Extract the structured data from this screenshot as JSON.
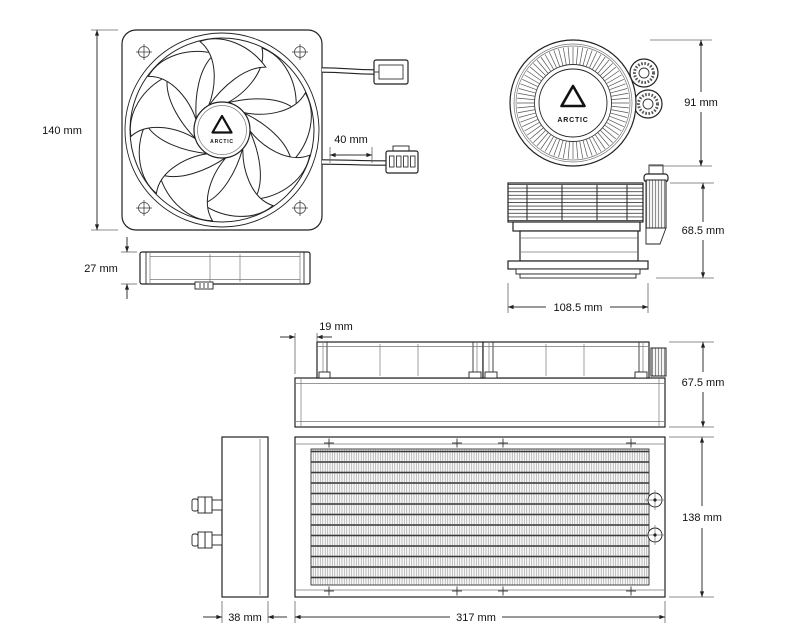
{
  "brand": "ARCTIC",
  "views": {
    "fan_front": {
      "height_label": "140 mm",
      "cable_label": "40 mm"
    },
    "pump_top": {
      "diameter_label": "91 mm"
    },
    "fan_side": {
      "thickness_label": "27 mm"
    },
    "pump_side": {
      "height_label": "68.5 mm",
      "width_label": "108.5 mm"
    },
    "radiator_side": {
      "fan_inset_label": "19 mm",
      "height_label": "67.5 mm"
    },
    "radiator_top": {
      "width_label": "138 mm",
      "length_label": "317 mm",
      "tank_label": "38 mm"
    }
  }
}
